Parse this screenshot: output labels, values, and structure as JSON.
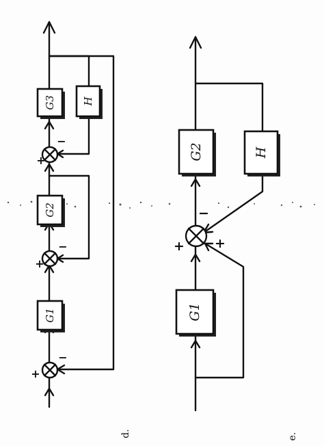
{
  "diagrams": [
    {
      "caption": "d.",
      "blocks": [
        "G1",
        "G2",
        "G3",
        "H"
      ],
      "signs": [
        "+",
        "−",
        "+",
        "−",
        "+",
        "−"
      ]
    },
    {
      "caption": "e.",
      "blocks": [
        "G1",
        "G2",
        "H"
      ],
      "signs": [
        "+",
        "−",
        "+"
      ]
    }
  ]
}
